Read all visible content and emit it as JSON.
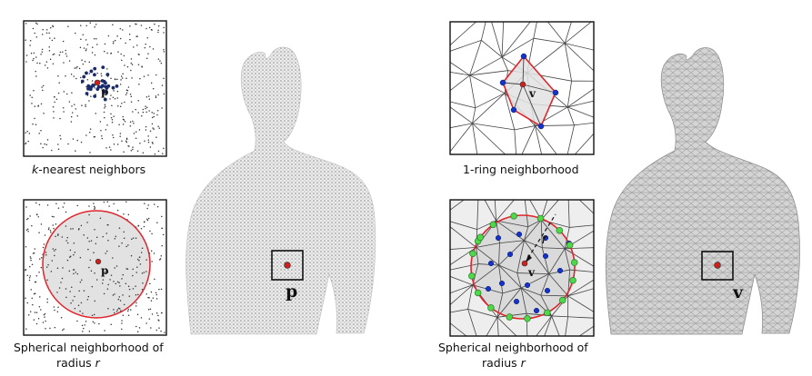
{
  "left_panel": {
    "knn_caption_italic": "k",
    "knn_caption_rest": "-nearest neighbors",
    "knn_point_label": "p",
    "sphere_point_label": "p",
    "sphere_caption_line1": "Spherical neighborhood of",
    "sphere_caption_line2_prefix": "radius ",
    "sphere_caption_line2_italic": "r",
    "body_point_label": "p"
  },
  "right_panel": {
    "ring_caption": "1-ring neighborhood",
    "ring_vertex_label": "v",
    "sphere_vertex_label": "v",
    "sphere_radius_label": "r",
    "sphere_caption_line1": "Spherical neighborhood of",
    "sphere_caption_line2_prefix": "radius ",
    "sphere_caption_line2_italic": "r",
    "body_vertex_label": "v"
  },
  "colors": {
    "center_point": "#d0201c",
    "knn_neighbors": "#1b2a6b",
    "sphere_boundary": "#e0242c",
    "ring_vertices": "#1633c9",
    "boundary_points": "#4fd84a",
    "mesh_lines": "#444444",
    "sphere_fill": "#e2e2e2"
  }
}
